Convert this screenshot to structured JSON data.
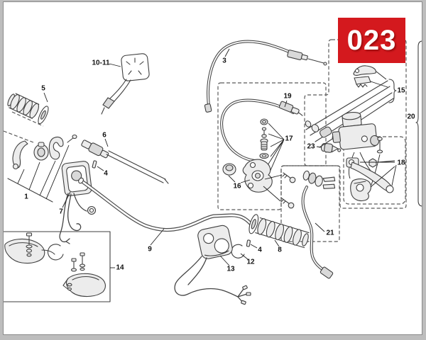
{
  "frame": {
    "background": "#bdbdbd",
    "canvas": "#ffffff",
    "border": "#8a8a8a"
  },
  "badge": {
    "text": "023",
    "background": "#d4191e",
    "text_color": "#ffffff"
  },
  "art": {
    "line_color": "#3f3f3f",
    "dash_color": "#5a5a5a",
    "label_color": "#111111"
  },
  "callouts": [
    {
      "id": "1",
      "text": "1"
    },
    {
      "id": "3",
      "text": "3"
    },
    {
      "id": "4-left",
      "text": "4"
    },
    {
      "id": "5",
      "text": "5"
    },
    {
      "id": "6",
      "text": "6"
    },
    {
      "id": "7",
      "text": "7"
    },
    {
      "id": "8",
      "text": "8"
    },
    {
      "id": "9",
      "text": "9"
    },
    {
      "id": "10-11",
      "text": "10-11"
    },
    {
      "id": "12",
      "text": "12"
    },
    {
      "id": "13",
      "text": "13"
    },
    {
      "id": "14",
      "text": "14"
    },
    {
      "id": "4-right",
      "text": "4"
    },
    {
      "id": "15",
      "text": "15"
    },
    {
      "id": "16",
      "text": "16"
    },
    {
      "id": "17",
      "text": "17"
    },
    {
      "id": "18",
      "text": "18"
    },
    {
      "id": "19",
      "text": "19"
    },
    {
      "id": "20",
      "text": "20"
    },
    {
      "id": "21",
      "text": "21"
    },
    {
      "id": "23",
      "text": "23"
    }
  ]
}
